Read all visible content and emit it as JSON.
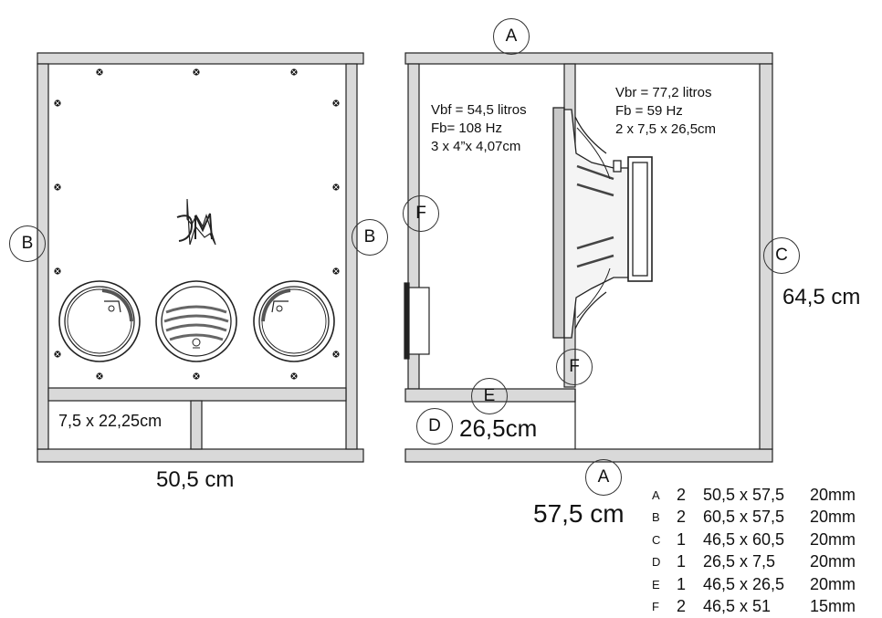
{
  "front_view": {
    "port_label": "7,5 x 22,25cm",
    "width_label": "50,5 cm",
    "logo_icon": "jm-monogram-logo",
    "panel_labels": [
      "B",
      "B"
    ]
  },
  "side_view": {
    "front_chamber": {
      "line1": "Vbf = 54,5 litros",
      "line2": "Fb= 108 Hz",
      "line3": "3 x 4”x 4,07cm"
    },
    "rear_chamber": {
      "line1": "Vbr = 77,2 litros",
      "line2": "Fb = 59 Hz",
      "line3": "2 x 7,5 x 26,5cm"
    },
    "port_height_label": "26,5cm",
    "height_label": "64,5 cm",
    "depth_label": "57,5 cm",
    "panel_labels": {
      "top": "A",
      "bottom": "A",
      "right": "C",
      "baffle_upper": "F",
      "baffle_lower": "F",
      "shelf": "E",
      "port": "D"
    }
  },
  "cut_list": [
    {
      "id": "A",
      "qty": "2",
      "size": "50,5 x 57,5",
      "thickness": "20mm"
    },
    {
      "id": "B",
      "qty": "2",
      "size": "60,5 x 57,5",
      "thickness": "20mm"
    },
    {
      "id": "C",
      "qty": "1",
      "size": "46,5 x 60,5",
      "thickness": "20mm"
    },
    {
      "id": "D",
      "qty": "1",
      "size": "26,5 x 7,5",
      "thickness": "20mm"
    },
    {
      "id": "E",
      "qty": "1",
      "size": "46,5 x 26,5",
      "thickness": "20mm"
    },
    {
      "id": "F",
      "qty": "2",
      "size": "46,5 x 51",
      "thickness": "15mm"
    }
  ],
  "colors": {
    "panel_fill": "#d9d9d9",
    "line": "#222222"
  }
}
